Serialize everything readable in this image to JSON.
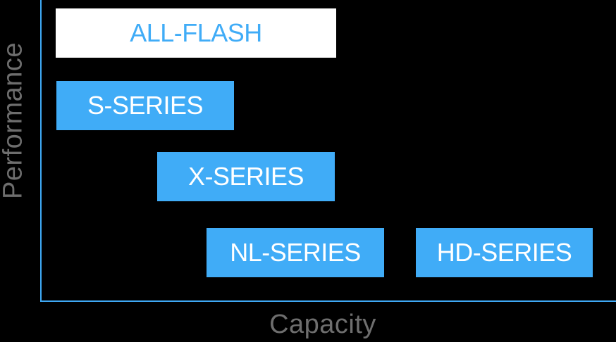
{
  "axes": {
    "y_label": "Performance",
    "x_label": "Capacity",
    "color": "#3fa9f5"
  },
  "products": [
    {
      "label": "ALL-FLASH",
      "highlighted": true
    },
    {
      "label": "S-SERIES",
      "highlighted": false
    },
    {
      "label": "X-SERIES",
      "highlighted": false
    },
    {
      "label": "NL-SERIES",
      "highlighted": false
    },
    {
      "label": "HD-SERIES",
      "highlighted": false
    }
  ],
  "colors": {
    "accent": "#40acf7",
    "highlight_bg": "#ffffff",
    "label_gray": "#6e6e6e",
    "background": "#000000"
  }
}
